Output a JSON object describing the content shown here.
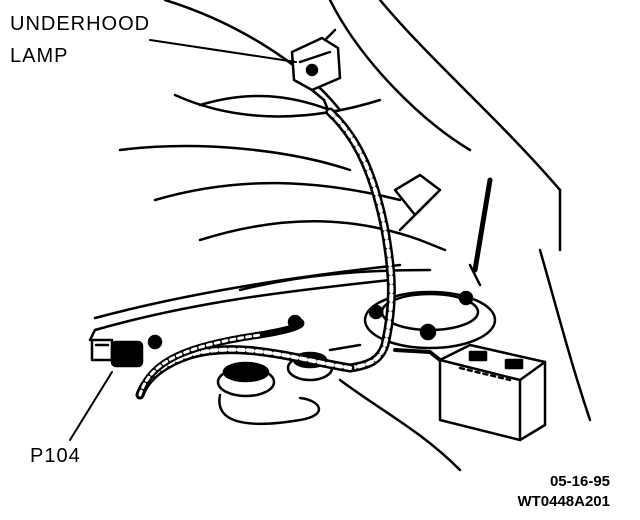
{
  "labels": {
    "underhood_lamp_line1": "UNDERHOOD",
    "underhood_lamp_line2": "LAMP",
    "connector": "P104"
  },
  "footer": {
    "date_code": "05-16-95",
    "figure_id": "WT0448A201"
  }
}
